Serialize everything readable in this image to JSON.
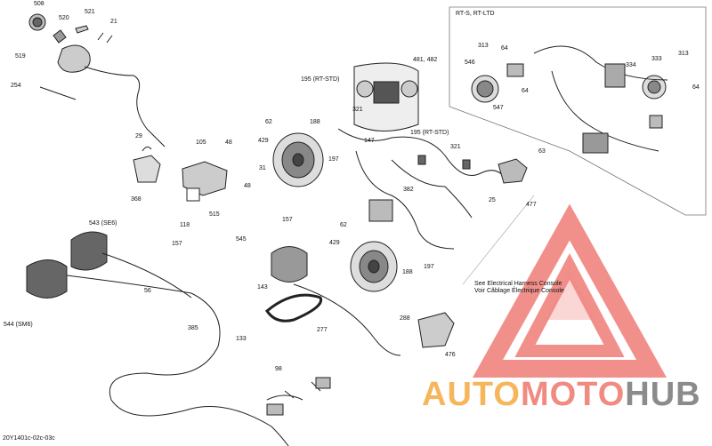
{
  "inset": {
    "title": "RT-S, RT-LTD"
  },
  "note": {
    "line1": "See Electrical Harness Console",
    "line2": "Voir Câblage Électrique Console"
  },
  "diagram_code": "20Y1401c-02c-03c",
  "watermark": {
    "part1": "AUTO",
    "part2": "MOTO",
    "part3": "HUB",
    "color_auto": "#f6b65c",
    "color_moto": "#f18a80",
    "color_hub": "#8b8b8b",
    "logo_color": "#f08a84"
  },
  "callouts": {
    "c508": "508",
    "c520": "520",
    "c521": "521",
    "c21": "21",
    "c519": "519",
    "c254": "254",
    "c29": "29",
    "c368": "368",
    "c105": "105",
    "c48a": "48",
    "c31": "31",
    "c48b": "48",
    "c118": "118",
    "c515": "515",
    "c62a": "62",
    "c429a": "429",
    "c188a": "188",
    "c197a": "197",
    "c195a": "195 (RT-STD)",
    "c321a": "321",
    "c147": "147",
    "c195b": "195 (RT-STD)",
    "c321b": "321",
    "c481": "481, 482",
    "c382": "382",
    "c63": "63",
    "c25": "25",
    "c477": "477",
    "c313a": "313",
    "c64a": "64",
    "c546": "546",
    "c64b": "64",
    "c547": "547",
    "c334": "334",
    "c333": "333",
    "c313b": "313",
    "c64c": "64",
    "c543": "543 (SE6)",
    "c157a": "157",
    "c544": "544 (SM6)",
    "c56": "56",
    "c385": "385",
    "c157b": "157",
    "c545": "545",
    "c143": "143",
    "c277": "277",
    "c133": "133",
    "c98": "98",
    "c62b": "62",
    "c429b": "429",
    "c197b": "197",
    "c188b": "188",
    "c288": "288",
    "c476": "476"
  }
}
